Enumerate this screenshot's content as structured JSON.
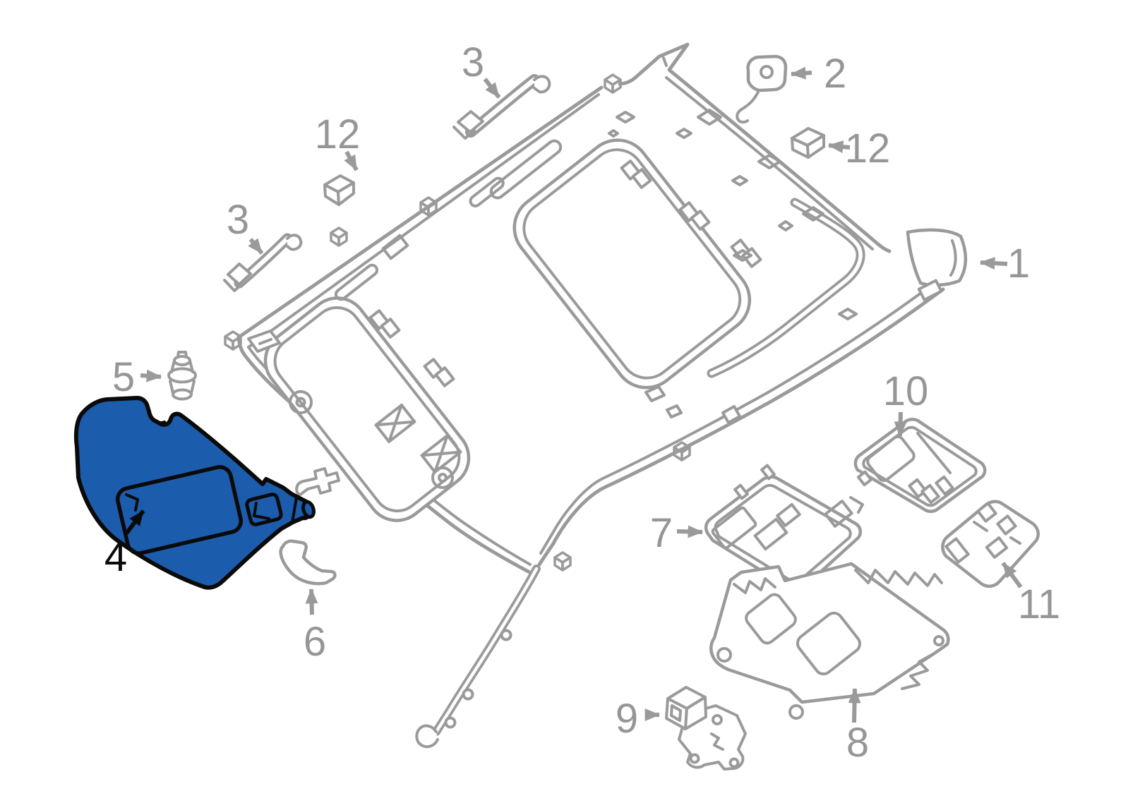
{
  "diagram": {
    "kind": "exploded-parts-diagram",
    "colors": {
      "background": "#ffffff",
      "line": "#9a9a9a",
      "label": "#969696",
      "highlight_fill": "#1c5cad",
      "highlight_outline": "#0a0a0a"
    },
    "highlighted_callout": "4",
    "callouts": [
      {
        "label": "3"
      },
      {
        "label": "12"
      },
      {
        "label": "3"
      },
      {
        "label": "2"
      },
      {
        "label": "12"
      },
      {
        "label": "1"
      },
      {
        "label": "5"
      },
      {
        "label": "4",
        "highlighted": true
      },
      {
        "label": "6"
      },
      {
        "label": "7"
      },
      {
        "label": "10"
      },
      {
        "label": "11"
      },
      {
        "label": "8"
      },
      {
        "label": "9"
      }
    ]
  }
}
